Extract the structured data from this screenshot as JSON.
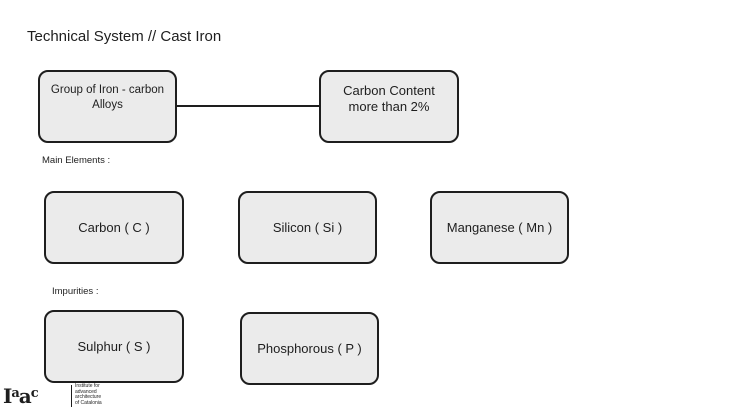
{
  "title": "Technical System // Cast Iron",
  "definition": {
    "group": "Group of Iron - carbon Alloys",
    "carbon_content": "Carbon Content more than 2%"
  },
  "main_elements": {
    "label": "Main Elements :",
    "items": [
      "Carbon ( C )",
      "Silicon ( Si )",
      "Manganese ( Mn )"
    ]
  },
  "impurities": {
    "label": "Impurities  :",
    "items": [
      "Sulphur ( S )",
      "Phosphorous ( P )"
    ]
  },
  "logo": {
    "mark": "Iaac",
    "text": "Institute for\nadvanced\narchitecture\nof Catalonia"
  }
}
